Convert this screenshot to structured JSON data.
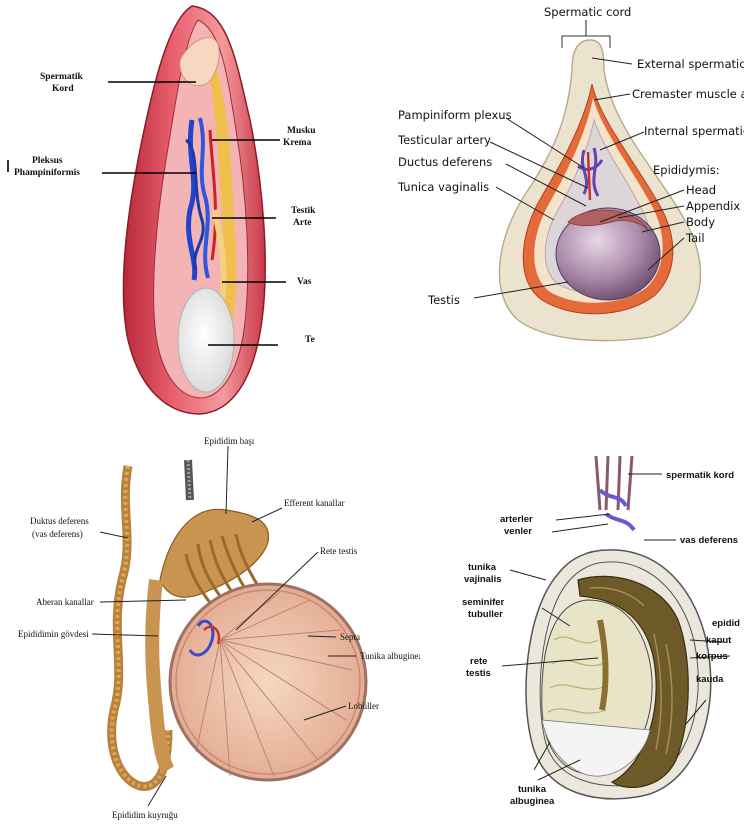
{
  "panel_top_left": {
    "labels": {
      "spermatik_kord_1": "Spermatik",
      "spermatik_kord_2": "Kord",
      "pleksus_1": "Pleksus",
      "pleksus_2": "Phampiniformis",
      "muskulus_1": "Musku",
      "muskulus_2": "Krema",
      "testikuler_1": "Testik",
      "testikuler_2": "Arte",
      "vas": "Vas",
      "testis": "Te"
    }
  },
  "panel_top_right": {
    "labels": {
      "spermatic_cord": "Spermatic cord",
      "external_spermatic": "External spermatic",
      "cremaster": "Cremaster muscle ar",
      "internal_spermatic": "Internal spermatic",
      "pampiniform": "Pampiniform plexus",
      "testicular_artery": "Testicular artery",
      "ductus_deferens": "Ductus deferens",
      "epididymis": "Epididymis:",
      "tunica_vaginalis": "Tunica vaginalis",
      "head": "Head",
      "appendix": "Appendix",
      "body": "Body",
      "tail": "Tail",
      "testis": "Testis"
    }
  },
  "panel_bottom_left": {
    "labels": {
      "epididim_basi": "Epididim başı",
      "efferent": "Efferent kanallar",
      "duktus_1": "Duktus deferens",
      "duktus_2": "(vas deferens)",
      "rete_testis": "Rete testis",
      "aberan": "Aberan kanallar",
      "govdesi": "Epididimin gövdesi",
      "septa": "Septa",
      "tunika_albuginea": "Tunika albuginea",
      "lobuller": "Lobüller",
      "kuyrugu": "Epididim kuyruğu"
    }
  },
  "panel_bottom_right": {
    "labels": {
      "spermatik_kord": "spermatik kord",
      "arterler": "arterler",
      "venler": "venler",
      "vas_deferens": "vas deferens",
      "tunika_vajinalis_1": "tunika",
      "tunika_vajinalis_2": "vajinalis",
      "seminifer_1": "seminifer",
      "seminifer_2": "tubuller",
      "epidid": "epidid",
      "kaput": "kaput",
      "korpus": "korpus",
      "rete_1": "rete",
      "rete_2": "testis",
      "kauda": "kauda",
      "albuginea_1": "tunika",
      "albuginea_2": "albuginea"
    }
  }
}
